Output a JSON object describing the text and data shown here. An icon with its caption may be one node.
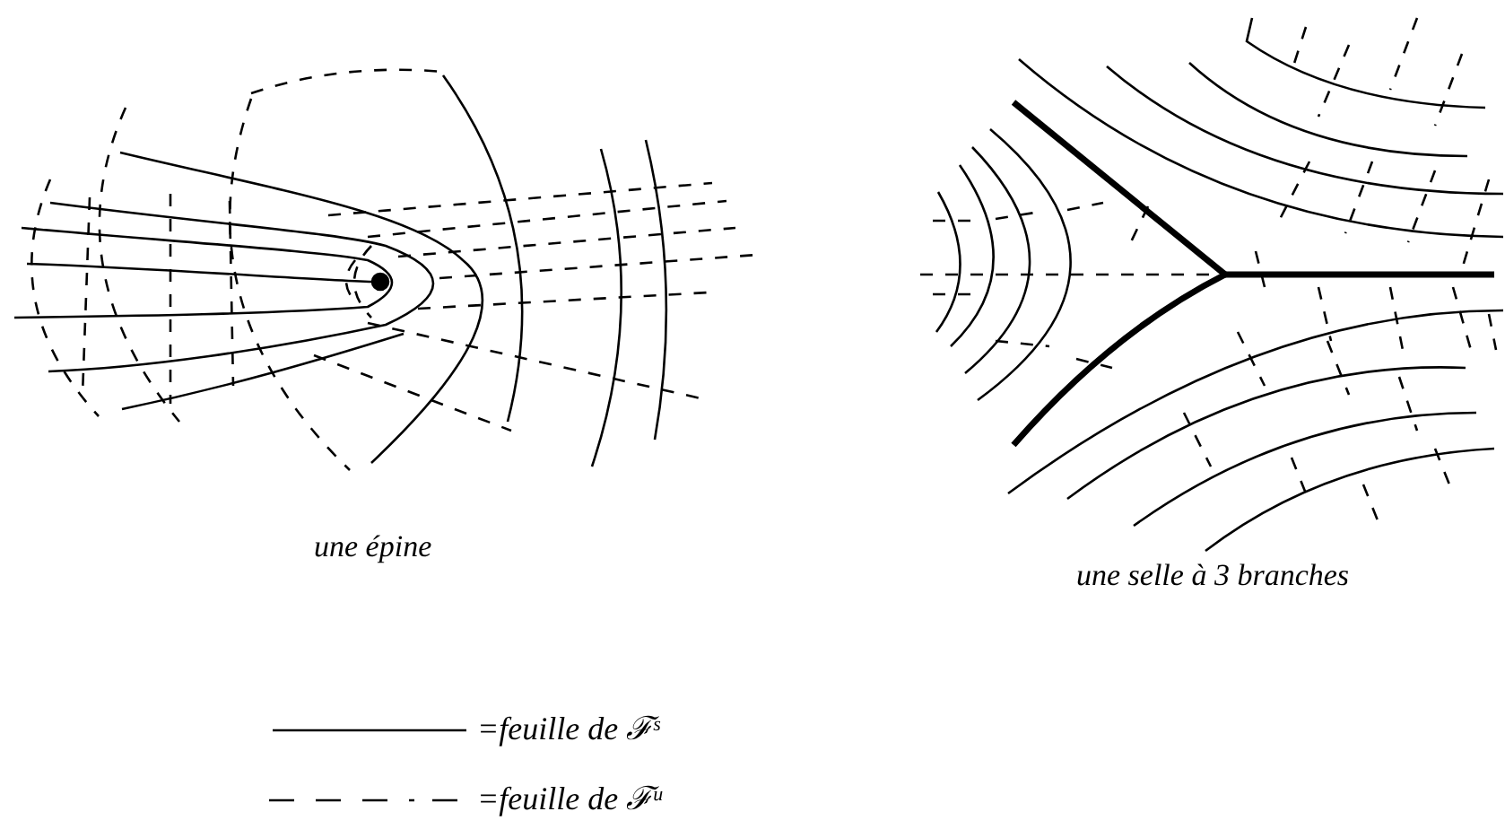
{
  "diagram": {
    "labels": [
      "une épine",
      "une selle à 3 branches"
    ],
    "legend": [
      {
        "text": "=feuille de ℱ$^{s}$"
      },
      {
        "text": "=feuille de ℱ$^{u}$"
      }
    ]
  }
}
